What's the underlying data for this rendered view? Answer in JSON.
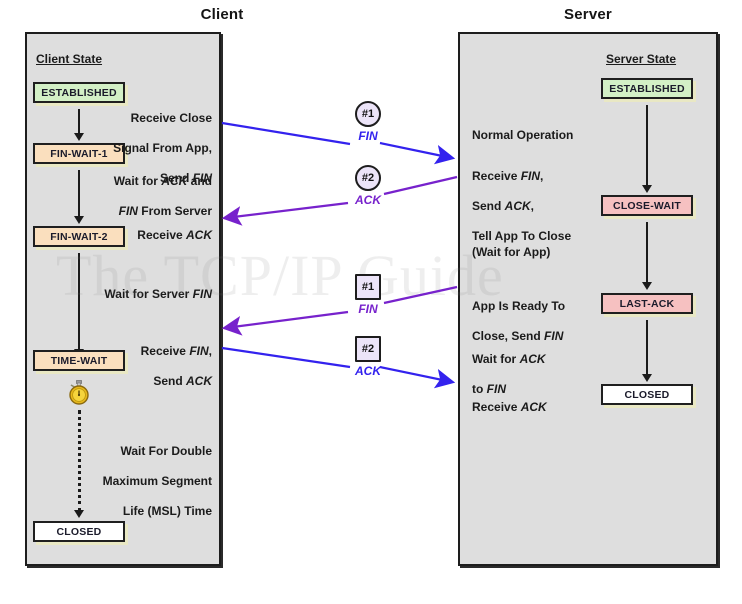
{
  "diagram": {
    "watermark": "The TCP/IP Guide",
    "client_title": "Client",
    "server_title": "Server"
  },
  "client": {
    "state_header": "Client State",
    "states": [
      {
        "label": "ESTABLISHED",
        "color": "#d3f0c6"
      },
      {
        "label": "FIN-WAIT-1",
        "color": "#fadfbe"
      },
      {
        "label": "FIN-WAIT-2",
        "color": "#fadfbe"
      },
      {
        "label": "TIME-WAIT",
        "color": "#fadfbe"
      },
      {
        "label": "CLOSED",
        "color": "#ffffff"
      }
    ],
    "notes": [
      {
        "line1": "Receive Close",
        "line2": "Signal From App,",
        "line3": "Send FIN"
      },
      {
        "line1": "Wait for ACK and",
        "line2": "FIN From Server"
      },
      {
        "line1": "Receive ACK"
      },
      {
        "line1": "Wait for Server FIN"
      },
      {
        "line1": "Receive FIN,",
        "line2": "Send ACK"
      },
      {
        "line1": "Wait For Double",
        "line2": "Maximum Segment",
        "line3": "Life (MSL) Time"
      }
    ]
  },
  "server": {
    "state_header": "Server State",
    "states": [
      {
        "label": "ESTABLISHED",
        "color": "#d3f0c6"
      },
      {
        "label": "CLOSE-WAIT",
        "color": "#f6c1c1"
      },
      {
        "label": "LAST-ACK",
        "color": "#f6c1c1"
      },
      {
        "label": "CLOSED",
        "color": "#ffffff"
      }
    ],
    "notes": [
      {
        "line1": "Normal Operation"
      },
      {
        "line1": "Receive FIN,",
        "line2": "Send ACK,",
        "line3": "Tell App To Close"
      },
      {
        "line1": "(Wait for App)"
      },
      {
        "line1": "App Is Ready To",
        "line2": "Close, Send FIN"
      },
      {
        "line1": "Wait for ACK",
        "line2": "to FIN"
      },
      {
        "line1": "Receive ACK"
      }
    ]
  },
  "messages": [
    {
      "num": "#1",
      "label": "FIN",
      "shape": "circle",
      "direction": "client-to-server",
      "color": "#3322ee"
    },
    {
      "num": "#2",
      "label": "ACK",
      "shape": "circle",
      "direction": "server-to-client",
      "color": "#7722cc"
    },
    {
      "num": "#1",
      "label": "FIN",
      "shape": "square",
      "direction": "server-to-client",
      "color": "#7722cc"
    },
    {
      "num": "#2",
      "label": "ACK",
      "shape": "square",
      "direction": "client-to-server",
      "color": "#3322ee"
    }
  ],
  "icons": {
    "stopwatch": "stopwatch-icon"
  }
}
